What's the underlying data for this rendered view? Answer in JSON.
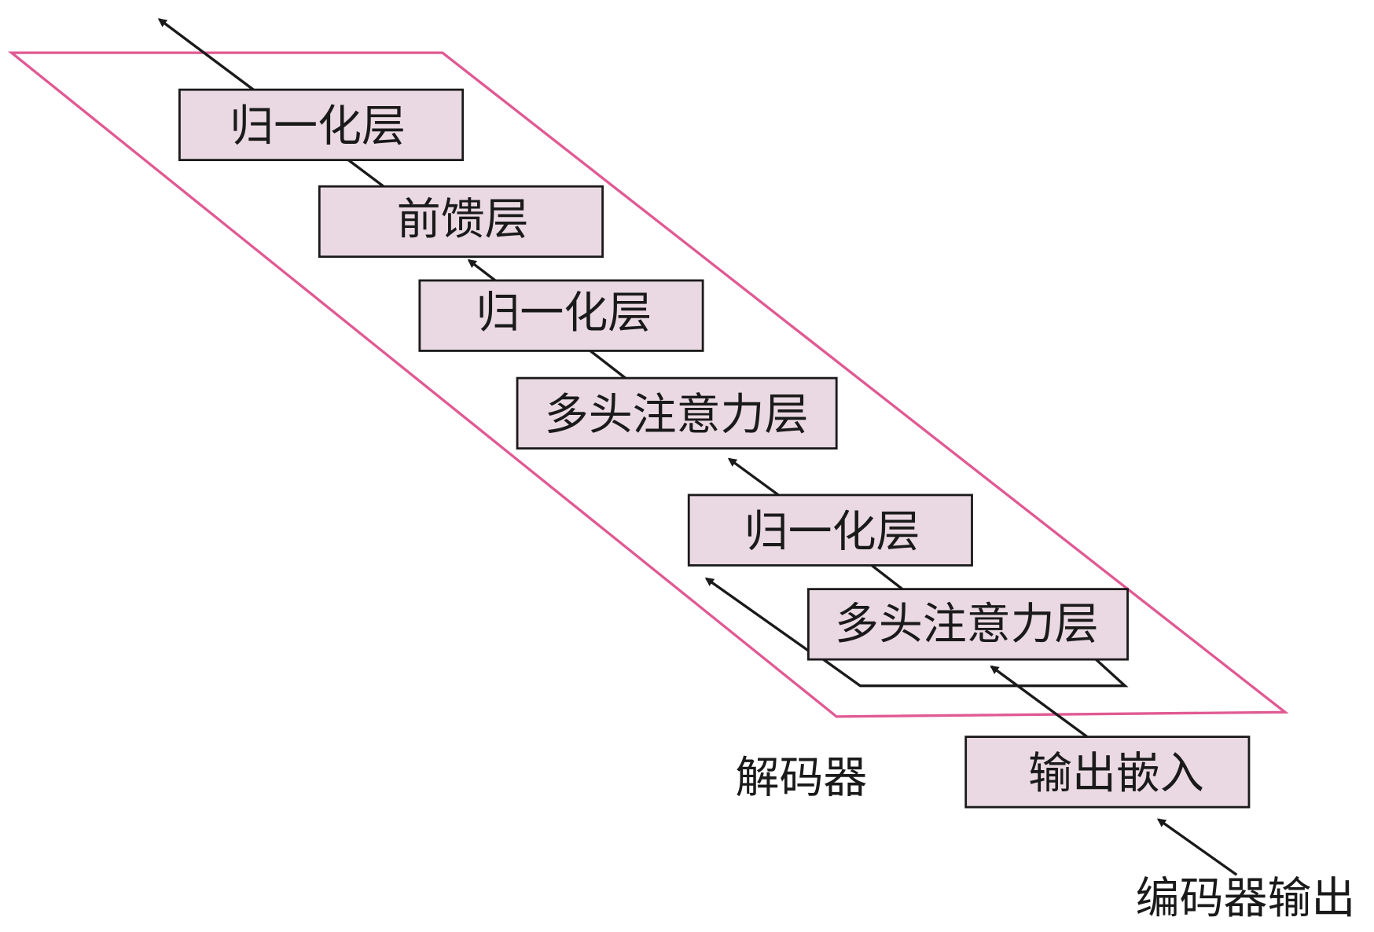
{
  "colors": {
    "frame": "#e05a93",
    "box_fill": "#ead9e2",
    "line": "#1a1a1a"
  },
  "decoder_label": "解码器",
  "encoder_output_label": "编码器输出",
  "blocks": [
    {
      "label": "归一化层"
    },
    {
      "label": "前馈层"
    },
    {
      "label": "归一化层"
    },
    {
      "label": "多头注意力层"
    },
    {
      "label": "归一化层"
    },
    {
      "label": "多头注意力层"
    },
    {
      "label": "输出嵌入"
    }
  ]
}
